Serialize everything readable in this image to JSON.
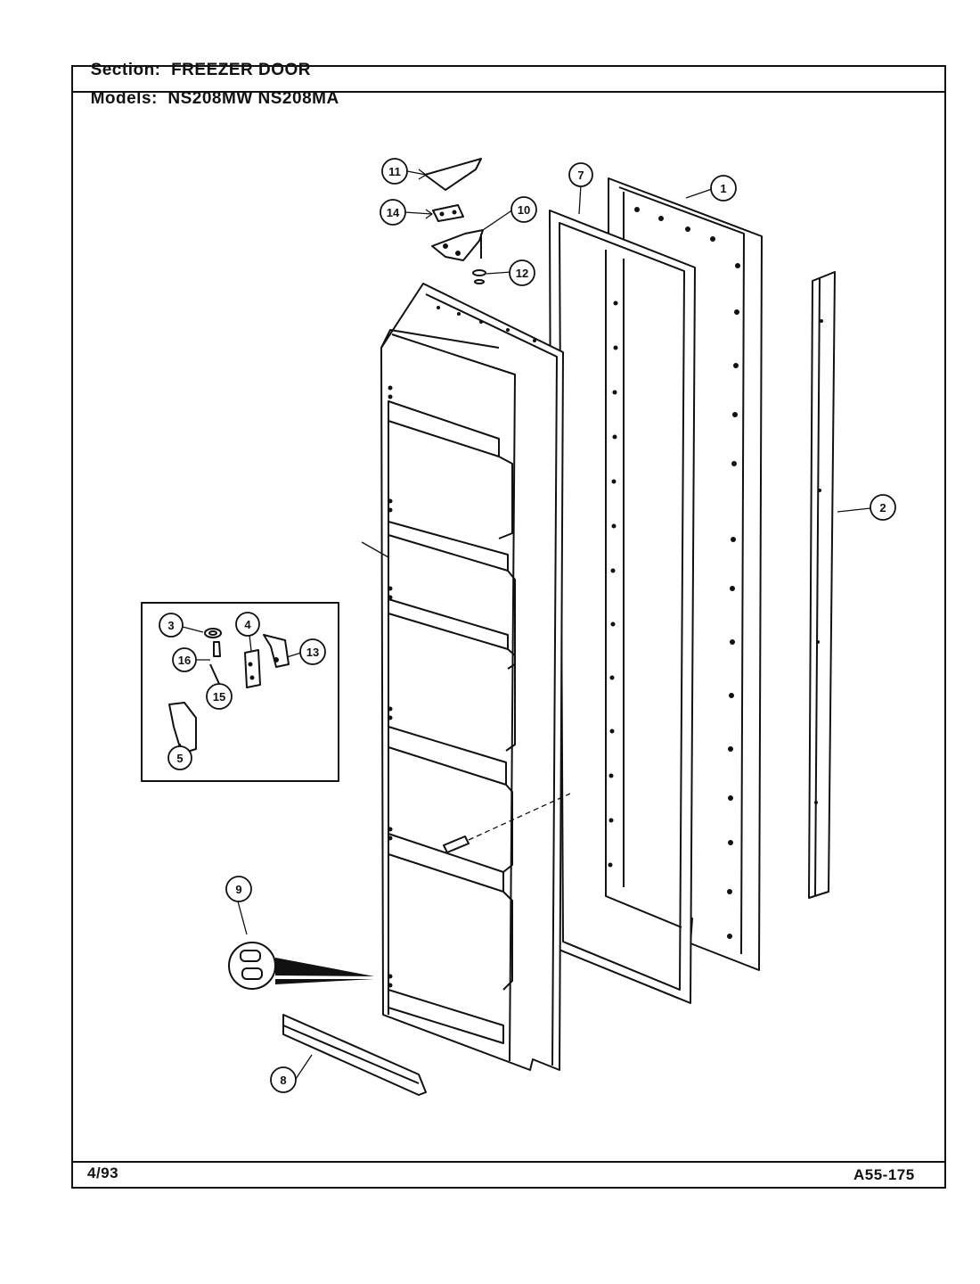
{
  "header": {
    "section_label": "Section:",
    "section_value": "FREEZER DOOR",
    "models_label": "Models:",
    "models_value": "NS208MW NS208MA"
  },
  "footer": {
    "date": "4/93",
    "code": "A55-175"
  },
  "callouts": [
    {
      "id": "callout-1",
      "num": "1"
    },
    {
      "id": "callout-2",
      "num": "2"
    },
    {
      "id": "callout-3",
      "num": "3"
    },
    {
      "id": "callout-4",
      "num": "4"
    },
    {
      "id": "callout-5",
      "num": "5"
    },
    {
      "id": "callout-7",
      "num": "7"
    },
    {
      "id": "callout-8",
      "num": "8"
    },
    {
      "id": "callout-9",
      "num": "9"
    },
    {
      "id": "callout-10",
      "num": "10"
    },
    {
      "id": "callout-11",
      "num": "11"
    },
    {
      "id": "callout-12",
      "num": "12"
    },
    {
      "id": "callout-13",
      "num": "13"
    },
    {
      "id": "callout-14",
      "num": "14"
    },
    {
      "id": "callout-15",
      "num": "15"
    },
    {
      "id": "callout-16",
      "num": "16"
    }
  ]
}
